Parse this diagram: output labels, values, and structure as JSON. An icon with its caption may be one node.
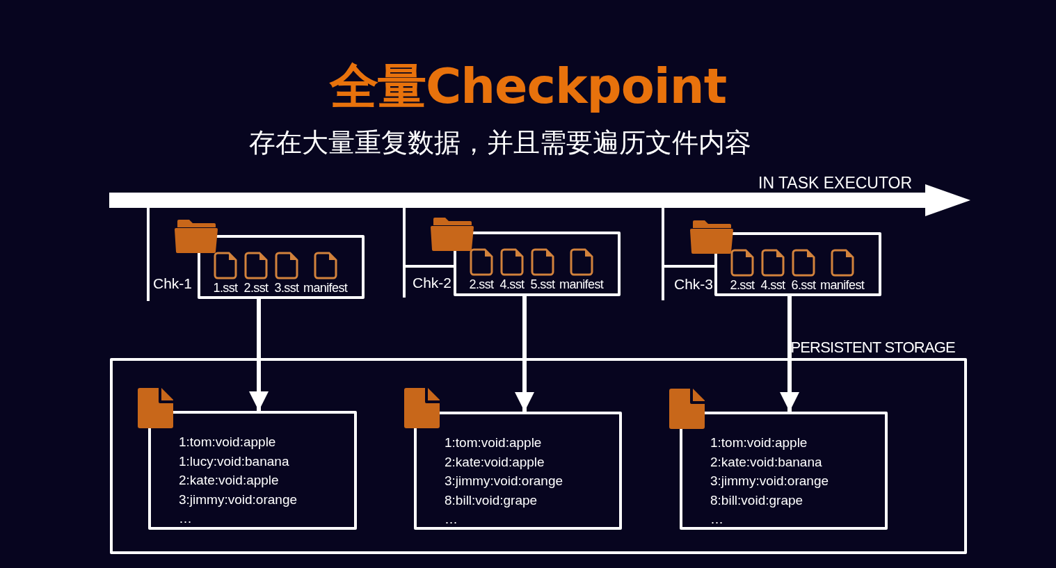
{
  "diagram": {
    "title": "全量Checkpoint",
    "nodes": [
      {
        "text": [
          "1.sst",
          "2.sst",
          "3.sst",
          "manifest"
        ],
        "beside": [
          "Chk-1"
        ]
      },
      {
        "text": [
          "2.sst",
          "4.sst",
          "5.sst",
          "manifest"
        ],
        "beside": [
          "Chk-2"
        ]
      },
      {
        "text": [
          "2.sst",
          "4.sst",
          "6.sst",
          "manifest"
        ],
        "beside": [
          "Chk-3"
        ]
      },
      {
        "text": [
          "PERSISTENT STORAGE"
        ]
      },
      {
        "text": [
          "1:tom:void:apple",
          "1:lucy:void:banana",
          "2:kate:void:apple",
          "3:jimmy:void:orange",
          "…"
        ],
        "in": 3
      },
      {
        "text": [
          "1:tom:void:apple",
          "2:kate:void:apple",
          "3:jimmy:void:orange",
          "8:bill:void:grape",
          "…"
        ],
        "in": 3
      },
      {
        "text": [
          "1:tom:void:apple",
          "2:kate:void:banana",
          "3:jimmy:void:orange",
          "8:bill:void:grape",
          "…"
        ],
        "in": 3
      }
    ],
    "edges": [
      {
        "from": 0,
        "to": 4,
        "arrow": "to"
      },
      {
        "from": 1,
        "to": 5,
        "arrow": "to"
      },
      {
        "from": 2,
        "to": 6,
        "arrow": "to"
      }
    ],
    "labels": [
      "存在大量重复数据，并且需要遍历文件内容",
      "IN TASK EXECUTOR"
    ]
  }
}
